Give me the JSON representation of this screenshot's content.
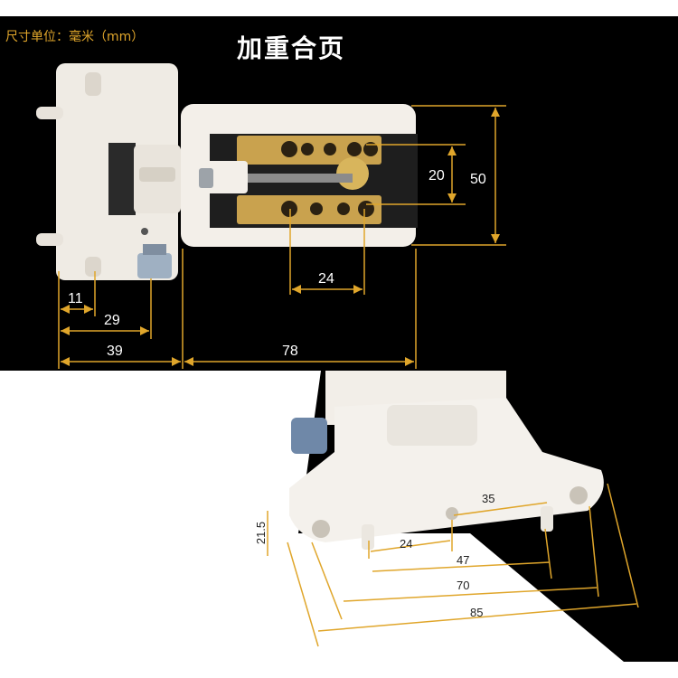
{
  "header": {
    "unit_label": "尺寸单位：毫米（mm）",
    "title": "加重合页"
  },
  "top_dimensions": {
    "d20": "20",
    "d50": "50",
    "d24": "24",
    "d11": "11",
    "d29": "29",
    "d39": "39",
    "d78": "78"
  },
  "bottom_dimensions": {
    "d35": "35",
    "d21_5": "21.5",
    "d24": "24",
    "d47": "47",
    "d70": "70",
    "d85": "85"
  },
  "colors": {
    "dimension_line": "#e0a62b",
    "hinge_body": "#f2eee8",
    "background_top": "#000000"
  }
}
